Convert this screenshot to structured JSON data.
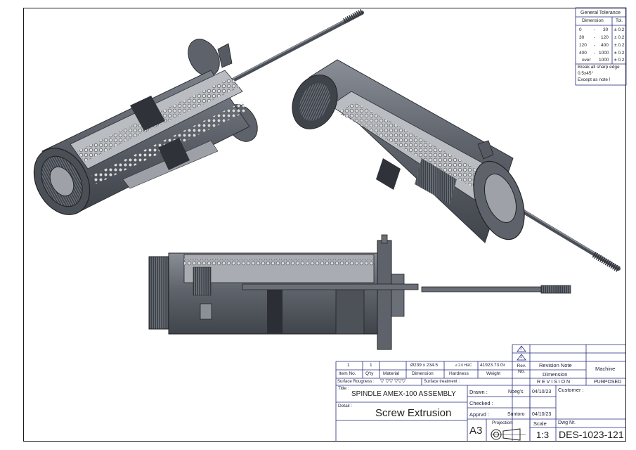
{
  "general_tolerance": {
    "title": "General Tolerance",
    "headers": [
      "Dimension",
      "Tol."
    ],
    "rows": [
      {
        "from": "0",
        "sep": "-",
        "to": "30",
        "tol": "± 0.2"
      },
      {
        "from": "30",
        "sep": "-",
        "to": "120",
        "tol": "± 0.2"
      },
      {
        "from": "120",
        "sep": "-",
        "to": "400",
        "tol": "± 0.2"
      },
      {
        "from": "400",
        "sep": "-",
        "to": "1000",
        "tol": "± 0.2"
      },
      {
        "from": "over",
        "sep": "",
        "to": "1000",
        "tol": "± 0.2"
      }
    ],
    "notes": [
      "Break all sharp edge",
      "0.5x45°",
      "Except as note !"
    ]
  },
  "parts_row": {
    "item_no": "1",
    "qty": "1",
    "material": "",
    "dimension": "Ø239 x 234.5",
    "hardness": "≤ 2.0 HRC",
    "weight": "41923.73 Gr"
  },
  "parts_headers": {
    "item_no": "Item No.",
    "qty": "Q'ty",
    "material": "Material",
    "dimension": "Dimension",
    "hardness": "Hardness",
    "weight": "Weight"
  },
  "surface": {
    "roughness_label": "Surface Rougness :",
    "roughness_symbols": "▽  ▽▽  ▽▽▽",
    "treatment_label": "Surface treatment :"
  },
  "revision": {
    "rev_no_label": "Rev. No.",
    "note_label": "Revision Note",
    "dimension_label": "Dimension",
    "revision_label": "R E V I S I O N",
    "machine_label": "Machine",
    "status": "PURPOSED",
    "markers": [
      "2",
      "1"
    ]
  },
  "title_block": {
    "title_label": "Title :",
    "title": "SPINDLE AMEX-100 ASSEMBLY",
    "detail_label": "Detail :",
    "detail": "Screw Extrusion",
    "drawn_label": "Drawn :",
    "drawn_by": "Noeg's",
    "drawn_date": "04/10/23",
    "checked_label": "Checked :",
    "approved_label": "Apprvd :",
    "approved_by": "Suntoro",
    "approved_date": "04/10/23",
    "customer_label": "Customer :",
    "paper_size": "A3",
    "projection_label": "Projection",
    "scale_label": "Scale",
    "scale": "1:3",
    "dwg_label": "Dwg Nr.",
    "dwg_no": "DES-1023-121"
  },
  "colors": {
    "steel": "#5d636c",
    "steel_dark": "#3a3e45",
    "steel_light": "#8b9098",
    "table_line": "#232a7a",
    "frame": "#1a1a1a"
  }
}
